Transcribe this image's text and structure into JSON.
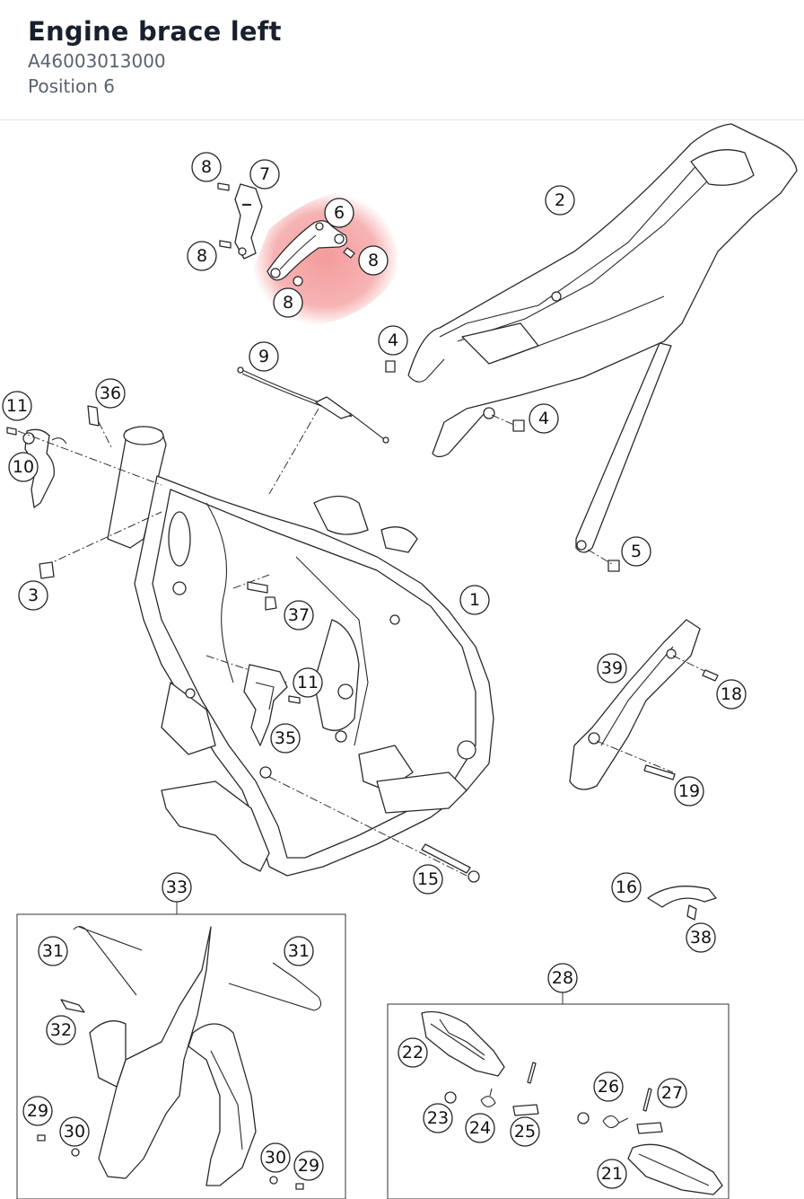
{
  "header": {
    "title": "Engine brace left",
    "part_number": "A46003013000",
    "position": "Position 6"
  },
  "diagram": {
    "highlight_color": "#f28b8b",
    "callouts": [
      {
        "id": "c8a",
        "label": "8"
      },
      {
        "id": "c7",
        "label": "7"
      },
      {
        "id": "c6",
        "label": "6"
      },
      {
        "id": "c8b",
        "label": "8"
      },
      {
        "id": "c8c",
        "label": "8"
      },
      {
        "id": "c8d",
        "label": "8"
      },
      {
        "id": "c2",
        "label": "2"
      },
      {
        "id": "c4a",
        "label": "4"
      },
      {
        "id": "c4b",
        "label": "4"
      },
      {
        "id": "c9",
        "label": "9"
      },
      {
        "id": "c11a",
        "label": "11"
      },
      {
        "id": "c36",
        "label": "36"
      },
      {
        "id": "c10",
        "label": "10"
      },
      {
        "id": "c3",
        "label": "3"
      },
      {
        "id": "c5",
        "label": "5"
      },
      {
        "id": "c1",
        "label": "1"
      },
      {
        "id": "c37",
        "label": "37"
      },
      {
        "id": "c11b",
        "label": "11"
      },
      {
        "id": "c35",
        "label": "35"
      },
      {
        "id": "c39",
        "label": "39"
      },
      {
        "id": "c18",
        "label": "18"
      },
      {
        "id": "c19",
        "label": "19"
      },
      {
        "id": "c15",
        "label": "15"
      },
      {
        "id": "c16",
        "label": "16"
      },
      {
        "id": "c38",
        "label": "38"
      },
      {
        "id": "c33",
        "label": "33"
      },
      {
        "id": "c31a",
        "label": "31"
      },
      {
        "id": "c31b",
        "label": "31"
      },
      {
        "id": "c32",
        "label": "32"
      },
      {
        "id": "c29a",
        "label": "29"
      },
      {
        "id": "c30a",
        "label": "30"
      },
      {
        "id": "c30b",
        "label": "30"
      },
      {
        "id": "c29b",
        "label": "29"
      },
      {
        "id": "c28",
        "label": "28"
      },
      {
        "id": "c22",
        "label": "22"
      },
      {
        "id": "c23",
        "label": "23"
      },
      {
        "id": "c24",
        "label": "24"
      },
      {
        "id": "c25",
        "label": "25"
      },
      {
        "id": "c26",
        "label": "26"
      },
      {
        "id": "c27",
        "label": "27"
      },
      {
        "id": "c21",
        "label": "21"
      }
    ]
  }
}
